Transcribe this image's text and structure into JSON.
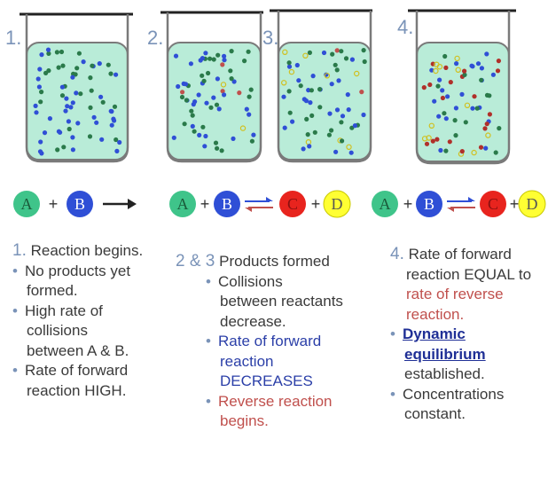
{
  "panels": [
    {
      "number": "1."
    },
    {
      "number": "2."
    },
    {
      "number": "3."
    },
    {
      "number": "4."
    }
  ],
  "equations": {
    "left": {
      "a": "A",
      "plus1": "+",
      "b": "B"
    },
    "right1": {
      "a": "A",
      "plus1": "+",
      "b": "B",
      "c": "C",
      "plus2": "+",
      "d": "D"
    },
    "right2": {
      "a": "A",
      "plus1": "+",
      "b": "B",
      "c": "C",
      "plus2": "+",
      "d": "D"
    }
  },
  "colors": {
    "liquid": "#b9ecd8",
    "green": "#3fc48a",
    "blue": "#2f4fd6",
    "red": "#e8241e",
    "yellow": "#ffff33",
    "accent_blue": "#2b3fa8",
    "accent_red": "#c0504d"
  },
  "col1": {
    "num": "1.",
    "title": "Reaction begins.",
    "b1": "No products yet",
    "b1b": "formed.",
    "b2": "High rate of",
    "b2b": "collisions",
    "b2c": "between A & B.",
    "b3": "Rate of forward",
    "b3b": "reaction HIGH."
  },
  "col2": {
    "num": "2 & 3",
    "title": "Products formed",
    "b1": "Collisions",
    "b1b": "between reactants",
    "b1c": "decrease.",
    "b2": "Rate of forward",
    "b2b": "reaction",
    "b2c": "DECREASES",
    "b3": "Reverse reaction",
    "b3b": "begins."
  },
  "col3": {
    "num": "4.",
    "title": "Rate of forward",
    "title2": "reaction EQUAL to",
    "title3": "rate of reverse",
    "title4": "reaction.",
    "b1": "Dynamic",
    "b1b": "equilibrium",
    "b1c": "established.",
    "b2": "Concentrations",
    "b2b": "constant."
  }
}
